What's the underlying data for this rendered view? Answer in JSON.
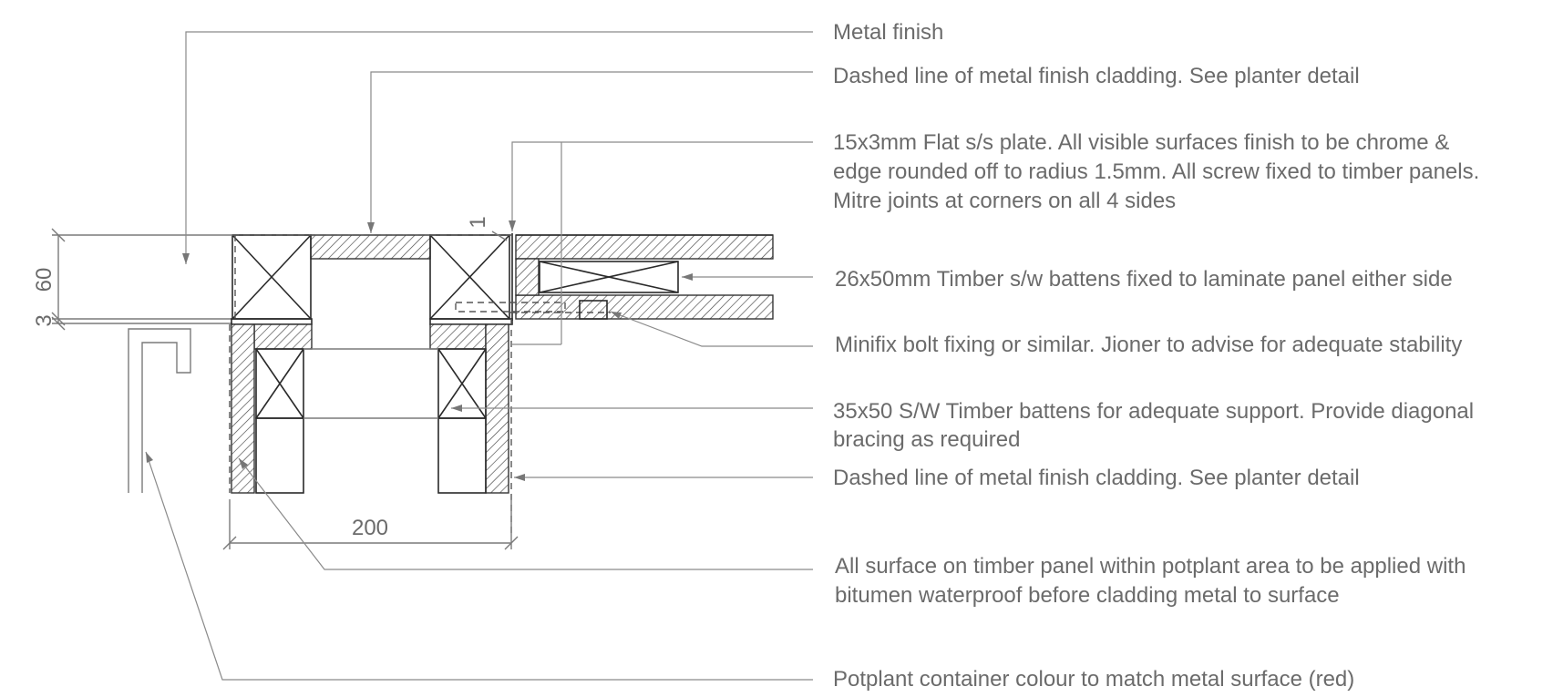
{
  "notes": {
    "metal_finish": "Metal finish",
    "dashed_cladding_top": "Dashed line of  metal finish cladding. See planter detail",
    "plate_line1": "15x3mm Flat s/s plate. All visible surfaces finish to be chrome &",
    "plate_line2": "edge rounded off to radius 1.5mm. All screw fixed to timber panels.",
    "plate_line3": "Mitre joints at corners on all 4 sides",
    "battens_26x50": "26x50mm Timber s/w battens fixed to laminate panel either side",
    "minifix": "Minifix bolt fixing or similar. Jioner to advise  for adequate stability",
    "battens_35x50_line1": "35x50 S/W Timber battens for adequate support. Provide diagonal",
    "battens_35x50_line2": "bracing as required",
    "dashed_cladding_side": "Dashed line of  metal finish cladding. See planter detail",
    "bitumen_line1": "All surface on timber panel within potplant area  to be applied with",
    "bitumen_line2": "bitumen waterproof before cladding metal to surface",
    "potplant": "Potplant container colour to match metal surface (red)"
  },
  "dimensions": {
    "d60": "60",
    "d3": "3",
    "d1": "1",
    "d200": "200"
  },
  "colors": {
    "line": "#7a7a7a",
    "text": "#6b6b6b",
    "hatch": "#333333"
  }
}
